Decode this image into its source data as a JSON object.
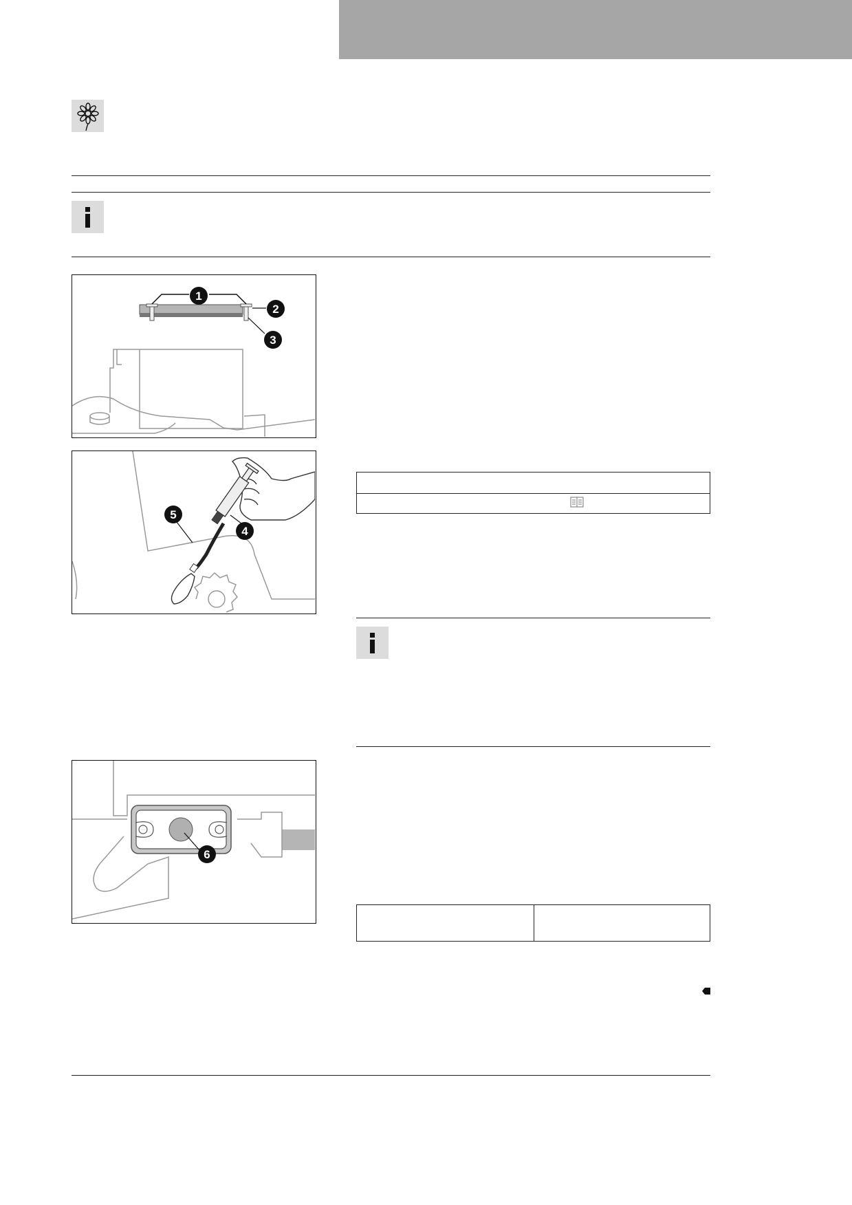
{
  "header": {
    "bar_color": "#a6a6a6"
  },
  "icons": {
    "environment": "flower-icon",
    "info_1": "info-icon",
    "info_2": "info-icon",
    "book_reference": "book-icon",
    "end_marker": "end-of-section-marker-icon"
  },
  "figures": [
    {
      "name": "figure-brake-reservoir-cover",
      "callouts": [
        "1",
        "2",
        "3"
      ]
    },
    {
      "name": "figure-bleeding-syringe",
      "callouts": [
        "4",
        "5"
      ]
    },
    {
      "name": "figure-caliper-bleeder",
      "callouts": [
        "6"
      ]
    }
  ],
  "callout_labels": {
    "c1": "1",
    "c2": "2",
    "c3": "3",
    "c4": "4",
    "c5": "5",
    "c6": "6"
  },
  "colors": {
    "rule": "#222222",
    "icon_bg": "#dcdcdc",
    "illustration_stroke": "#999999"
  }
}
